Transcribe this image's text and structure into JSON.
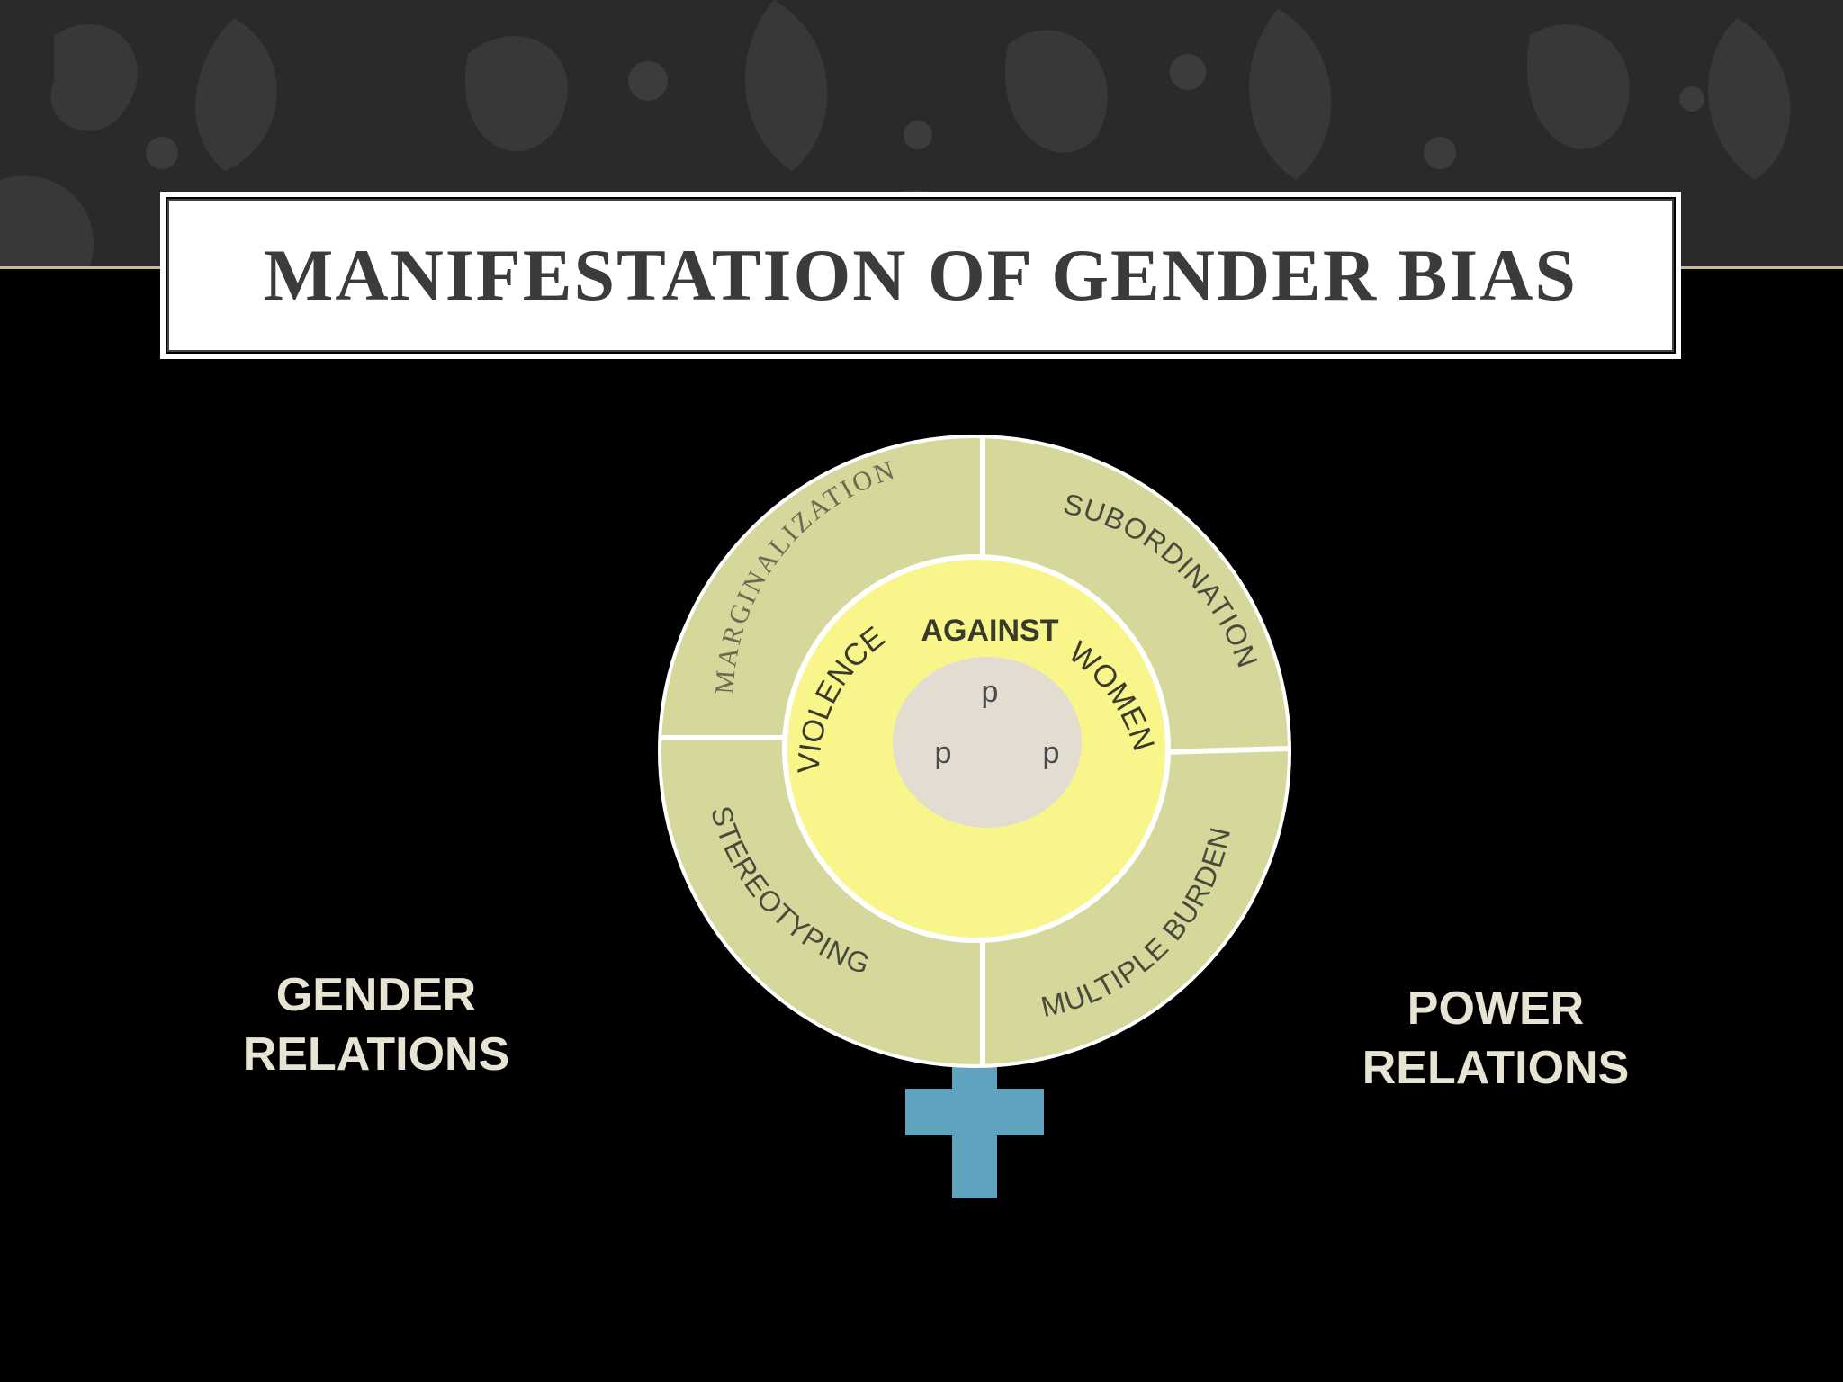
{
  "slide": {
    "title": "MANIFESTATION OF GENDER BIAS"
  },
  "diagram": {
    "outer_segments": [
      "MARGINALIZATION",
      "SUBORDINATION",
      "STEREOTYPING",
      "MULTIPLE BURDEN"
    ],
    "inner_words": {
      "left": "VIOLENCE",
      "top": "AGAINST",
      "right": "WOMEN"
    },
    "core_letters": [
      "p",
      "p",
      "p"
    ]
  },
  "side_labels": {
    "left": [
      "GENDER",
      "RELATIONS"
    ],
    "right": [
      "POWER",
      "RELATIONS"
    ]
  },
  "colors": {
    "outer_ring": "#d6d79b",
    "inner_circle": "#f8f68a",
    "core": "#e2dcd1",
    "cross": "#5fa3bf",
    "label_text": "#4a4a3a"
  }
}
